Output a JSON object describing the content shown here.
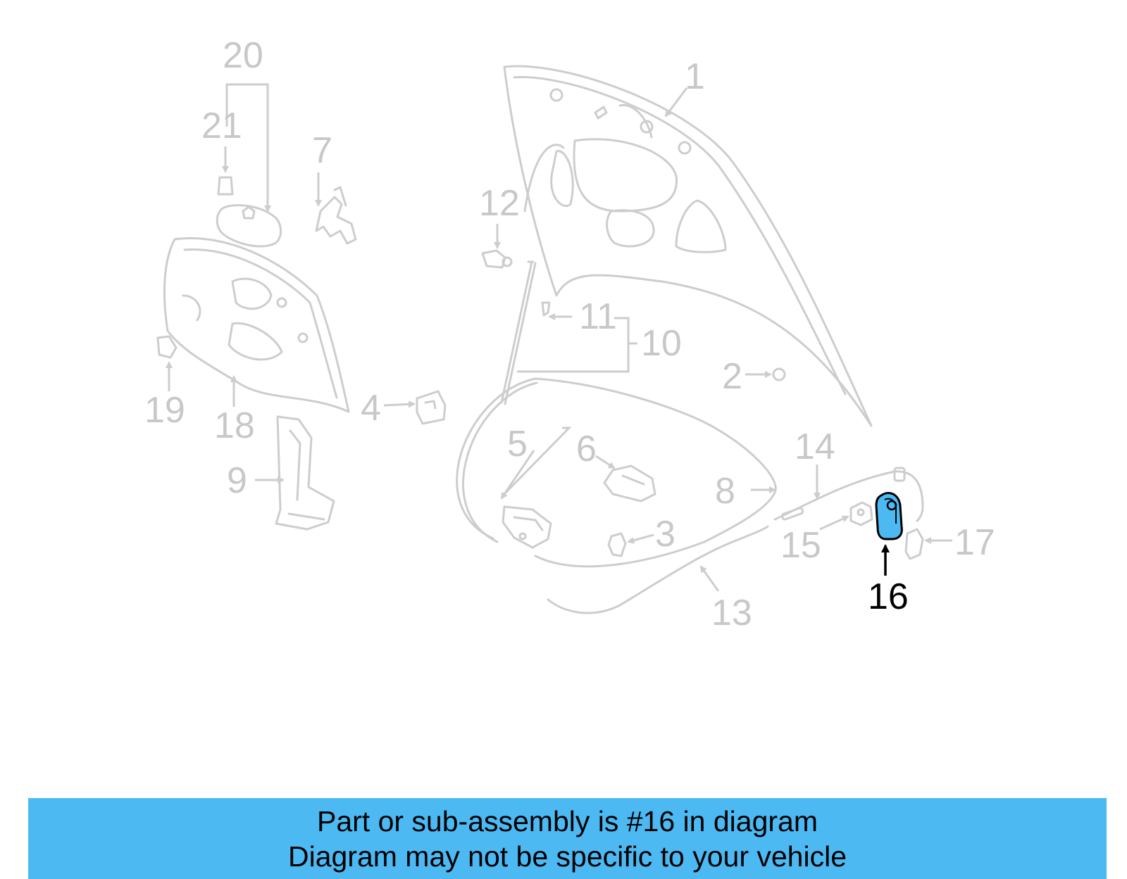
{
  "callouts": {
    "c1": "1",
    "c2": "2",
    "c3": "3",
    "c4": "4",
    "c5": "5",
    "c6": "6",
    "c7": "7",
    "c8": "8",
    "c9": "9",
    "c10": "10",
    "c11": "11",
    "c12": "12",
    "c13": "13",
    "c14": "14",
    "c15": "15",
    "c16": "16",
    "c17": "17",
    "c18": "18",
    "c19": "19",
    "c20": "20",
    "c21": "21"
  },
  "highlight_color": "#4cb9f3",
  "active_part": "16",
  "banner": {
    "line1": "Part or sub-assembly is #16 in diagram",
    "line2": "Diagram may not be specific to your vehicle"
  }
}
